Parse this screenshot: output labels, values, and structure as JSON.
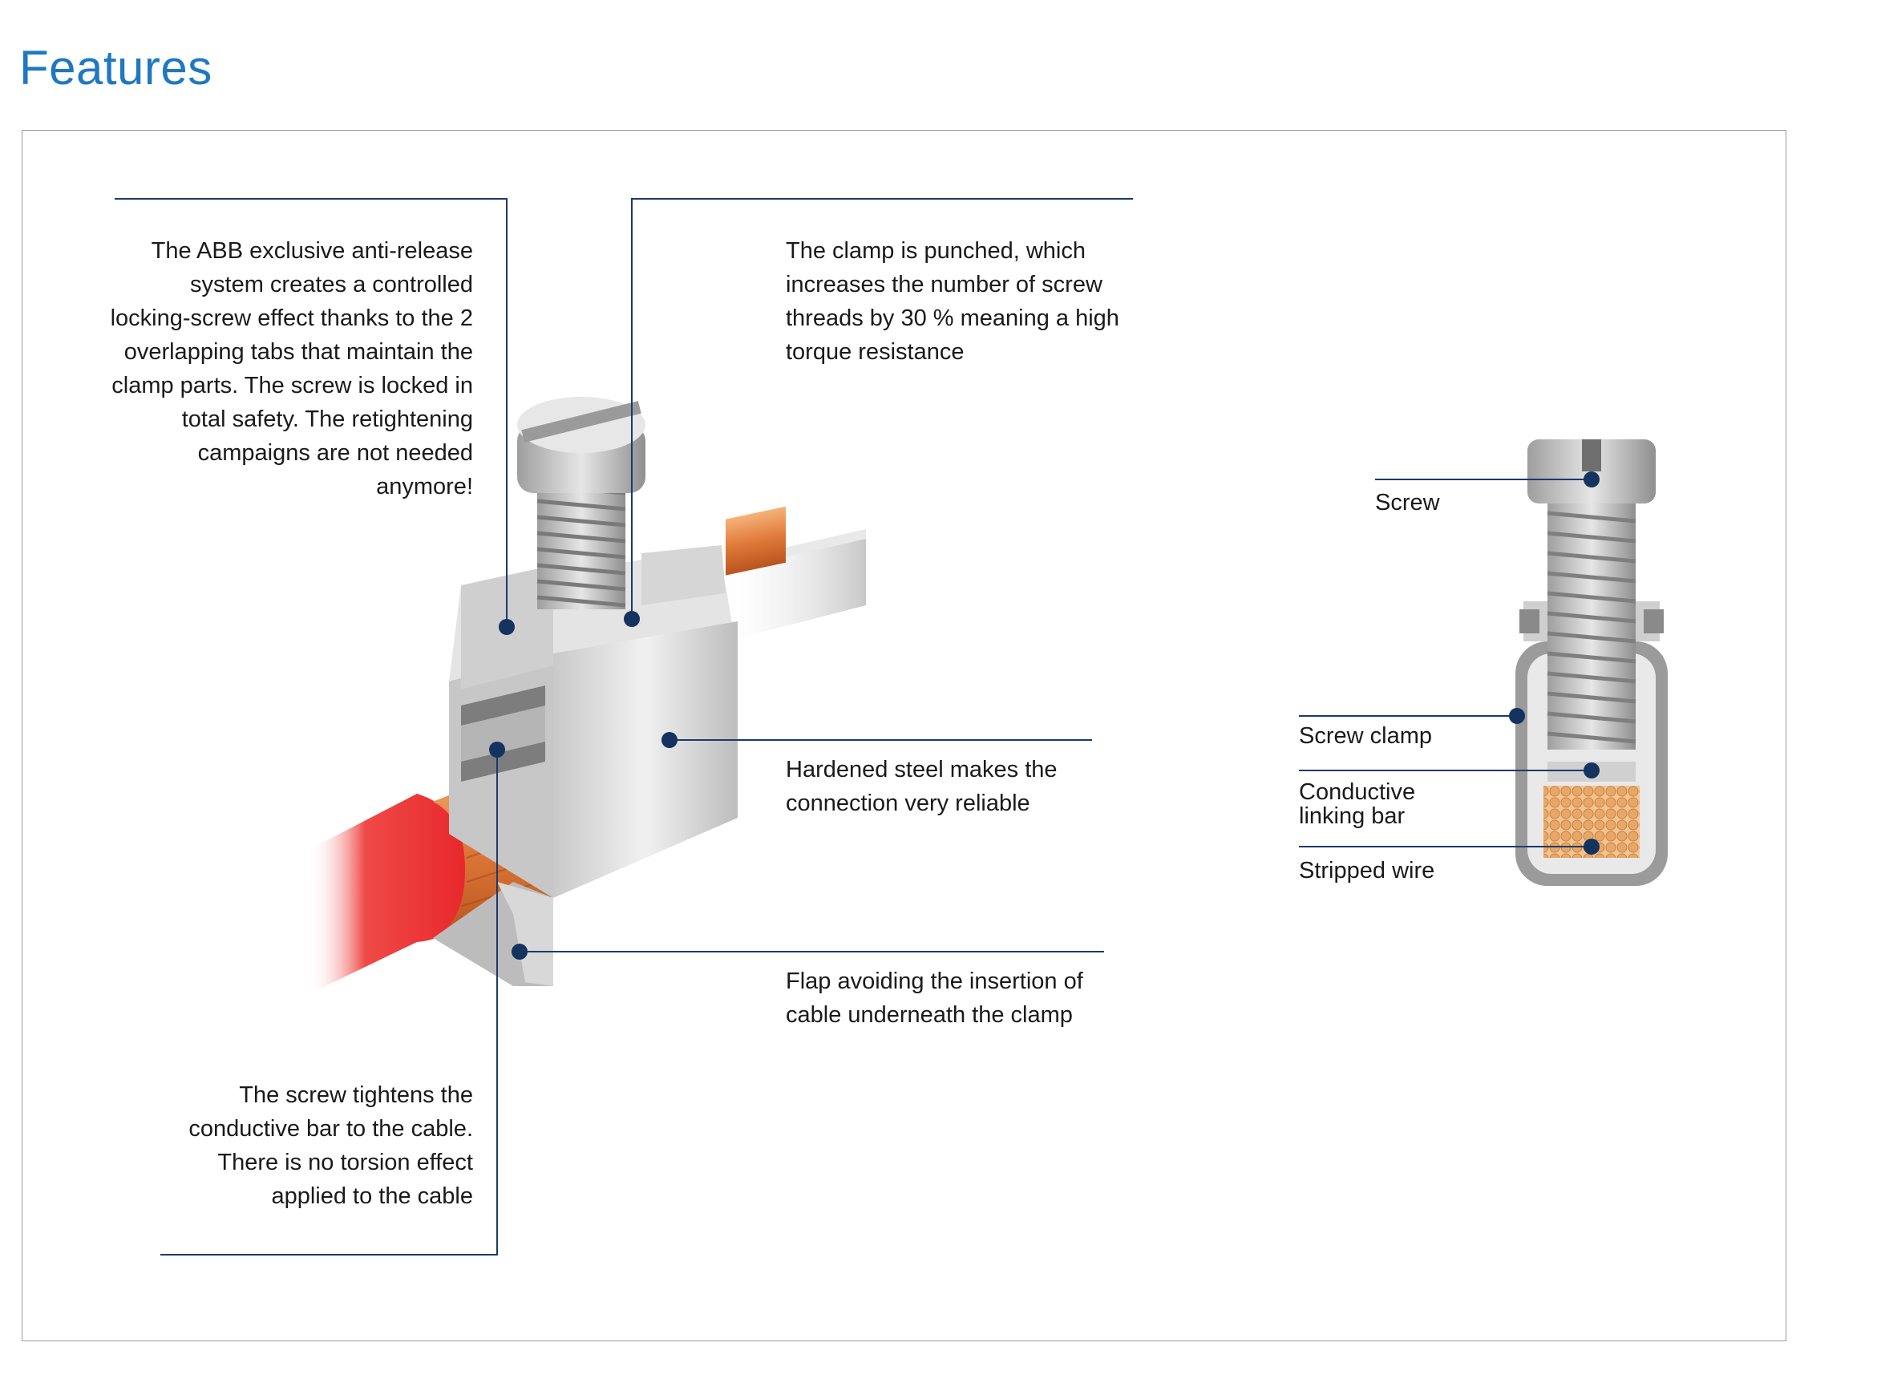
{
  "title": "Features",
  "callouts": {
    "anti_release": "The ABB exclusive anti-release system creates a controlled locking-screw effect thanks to the 2 overlapping tabs that maintain the clamp parts. The screw is locked in total safety. The retightening campaigns are not needed anymore!",
    "punched_clamp": "The clamp is punched, which increases the number of screw threads by 30 % meaning a high torque resistance",
    "hardened_steel": "Hardened steel makes the connection very reliable",
    "flap": "Flap avoiding the insertion of cable underneath the clamp",
    "screw_tightens": "The screw tightens the conductive bar to the cable. There is no torsion effect applied to the cable"
  },
  "cross_section_labels": {
    "screw": "Screw",
    "screw_clamp": "Screw clamp",
    "conductive_linking_bar_line1": "Conductive",
    "conductive_linking_bar_line2": "linking bar",
    "stripped_wire": "Stripped wire"
  },
  "colors": {
    "title_blue": "#1f78c1",
    "leader_line": "#1b3a6b",
    "marker_dot": "#14335f",
    "copper": "#e07a3a",
    "cable_red": "#e8262a",
    "steel": "#d9d9d9"
  }
}
